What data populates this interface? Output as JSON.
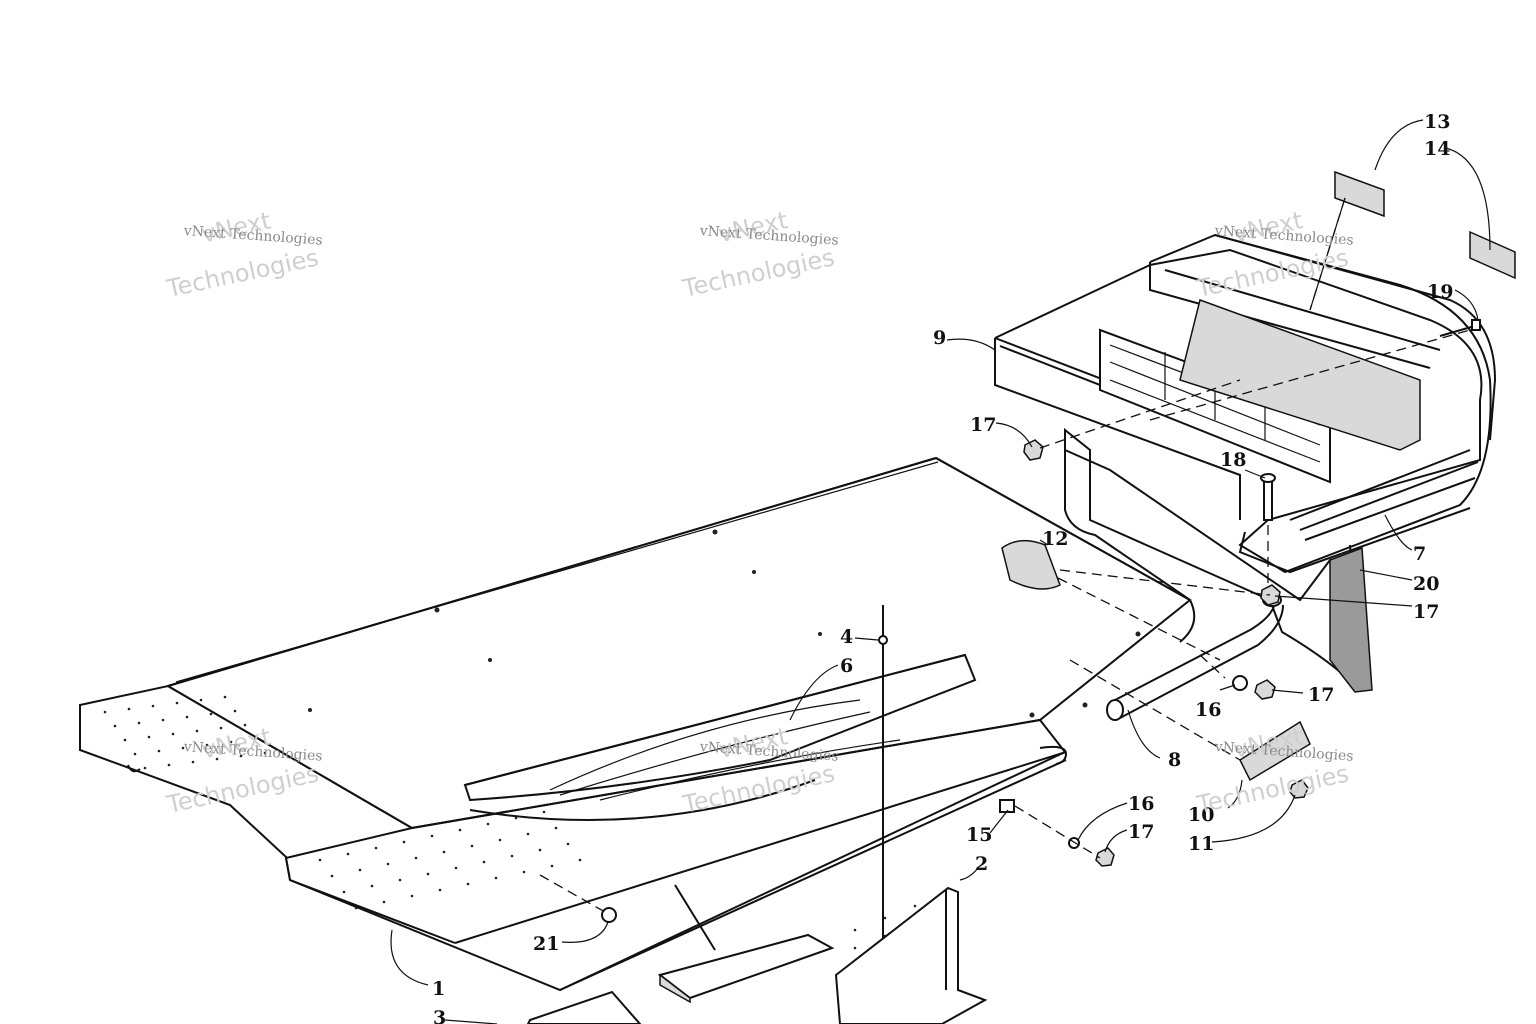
{
  "watermark": {
    "line1": "vNext",
    "line2": "vNext Technologies",
    "line3": "Technologies"
  },
  "callouts": {
    "c1": "1",
    "c2": "2",
    "c3": "3",
    "c4": "4",
    "c6": "6",
    "c7": "7",
    "c8": "8",
    "c9": "9",
    "c10": "10",
    "c11": "11",
    "c12": "12",
    "c13": "13",
    "c14": "14",
    "c15": "15",
    "c16a": "16",
    "c16b": "16",
    "c17a": "17",
    "c17b": "17",
    "c17c": "17",
    "c17d": "17",
    "c18": "18",
    "c19": "19",
    "c20": "20",
    "c21": "21"
  }
}
